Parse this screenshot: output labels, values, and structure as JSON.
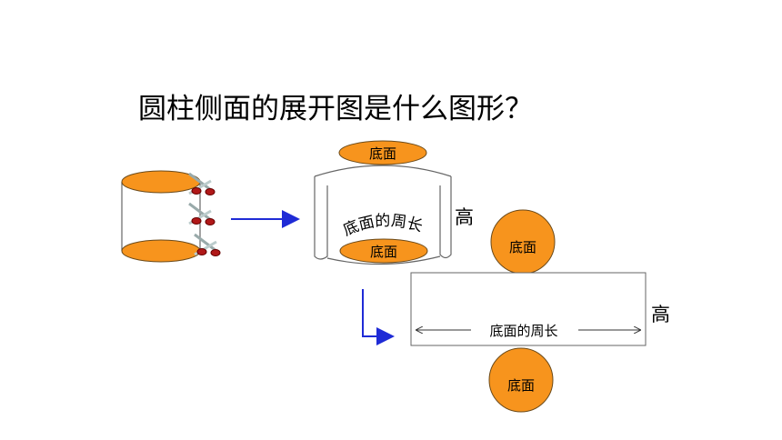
{
  "title": "圆柱侧面的展开图是什么图形？",
  "labels": {
    "base_top": "底面",
    "base_bottom_cylinder": "底面",
    "base_circle_upper": "底面",
    "base_circle_lower": "底面",
    "circumference_curved": "底面的周长",
    "circumference_rect": "底面的周长",
    "height_open": "高",
    "height_rect": "高"
  },
  "colors": {
    "orange": "#F7941D",
    "outline": "#6b4a1a",
    "arrow": "#1f2bd6",
    "line": "#666666"
  },
  "icons": [
    "scissors-icon",
    "scissors-icon",
    "scissors-icon"
  ]
}
